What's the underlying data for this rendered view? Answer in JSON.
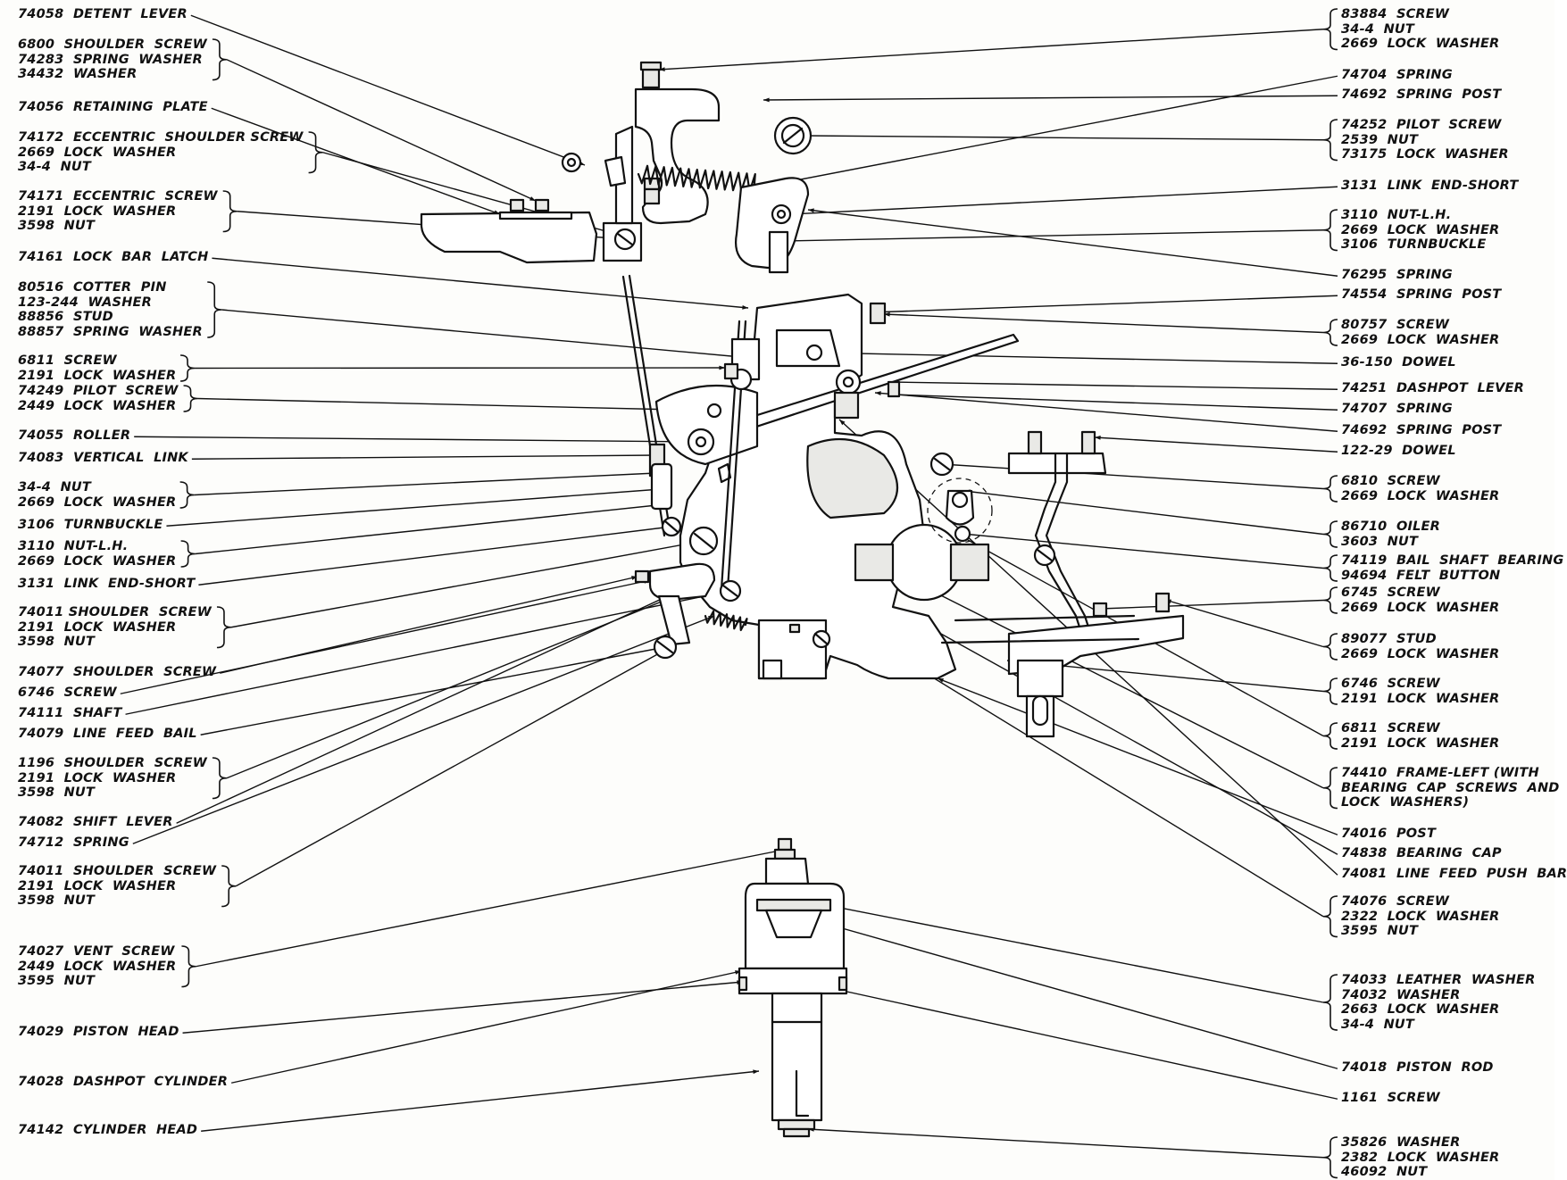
{
  "callouts_left": [
    {
      "id": "L1",
      "lines": [
        "74058  DETENT  LEVER"
      ]
    },
    {
      "id": "L2",
      "lines": [
        "6800  SHOULDER  SCREW",
        "74283  SPRING  WASHER",
        "34432  WASHER"
      ]
    },
    {
      "id": "L3",
      "lines": [
        "74056  RETAINING  PLATE"
      ]
    },
    {
      "id": "L4",
      "lines": [
        "74172  ECCENTRIC  SHOULDER SCREW",
        "2669  LOCK  WASHER",
        "34-4  NUT"
      ]
    },
    {
      "id": "L5",
      "lines": [
        "74171  ECCENTRIC  SCREW",
        "2191  LOCK  WASHER",
        "3598  NUT"
      ]
    },
    {
      "id": "L6",
      "lines": [
        "74161  LOCK  BAR  LATCH"
      ]
    },
    {
      "id": "L7",
      "lines": [
        "80516  COTTER  PIN",
        "123-244  WASHER",
        "88856  STUD",
        "88857  SPRING  WASHER"
      ]
    },
    {
      "id": "L8",
      "lines": [
        "6811  SCREW",
        "2191  LOCK  WASHER"
      ]
    },
    {
      "id": "L9",
      "lines": [
        "74249  PILOT  SCREW",
        "2449  LOCK  WASHER"
      ]
    },
    {
      "id": "L10",
      "lines": [
        "74055  ROLLER"
      ]
    },
    {
      "id": "L11",
      "lines": [
        "74083  VERTICAL  LINK"
      ]
    },
    {
      "id": "L12",
      "lines": [
        "34-4  NUT",
        "2669  LOCK  WASHER"
      ]
    },
    {
      "id": "L13",
      "lines": [
        "3106  TURNBUCKLE"
      ]
    },
    {
      "id": "L14",
      "lines": [
        "3110  NUT-L.H.",
        "2669  LOCK  WASHER"
      ]
    },
    {
      "id": "L15",
      "lines": [
        "3131  LINK  END-SHORT"
      ]
    },
    {
      "id": "L16",
      "lines": [
        "74011 SHOULDER  SCREW",
        "2191  LOCK  WASHER",
        "3598  NUT"
      ]
    },
    {
      "id": "L17",
      "lines": [
        "74077  SHOULDER  SCREW"
      ]
    },
    {
      "id": "L18",
      "lines": [
        "6746  SCREW"
      ]
    },
    {
      "id": "L19",
      "lines": [
        "74111  SHAFT"
      ]
    },
    {
      "id": "L20",
      "lines": [
        "74079  LINE  FEED  BAIL"
      ]
    },
    {
      "id": "L21",
      "lines": [
        "1196  SHOULDER  SCREW",
        "2191  LOCK  WASHER",
        "3598  NUT"
      ]
    },
    {
      "id": "L22",
      "lines": [
        "74082  SHIFT  LEVER"
      ]
    },
    {
      "id": "L23",
      "lines": [
        "74712  SPRING"
      ]
    },
    {
      "id": "L24",
      "lines": [
        "74011  SHOULDER  SCREW",
        "2191  LOCK  WASHER",
        "3598  NUT"
      ]
    },
    {
      "id": "L25",
      "lines": [
        "74027  VENT  SCREW",
        "2449  LOCK  WASHER",
        "3595  NUT"
      ]
    },
    {
      "id": "L26",
      "lines": [
        "74029  PISTON  HEAD"
      ]
    },
    {
      "id": "L27",
      "lines": [
        "74028  DASHPOT  CYLINDER"
      ]
    },
    {
      "id": "L28",
      "lines": [
        "74142  CYLINDER  HEAD"
      ]
    }
  ],
  "callouts_right": [
    {
      "id": "R1",
      "lines": [
        "83884  SCREW",
        "34-4  NUT",
        "2669  LOCK  WASHER"
      ]
    },
    {
      "id": "R2",
      "lines": [
        "74704  SPRING"
      ]
    },
    {
      "id": "R3",
      "lines": [
        "74692  SPRING  POST"
      ]
    },
    {
      "id": "R4",
      "lines": [
        "74252  PILOT  SCREW",
        "2539  NUT",
        "73175  LOCK  WASHER"
      ]
    },
    {
      "id": "R5",
      "lines": [
        "3131  LINK  END-SHORT"
      ]
    },
    {
      "id": "R6",
      "lines": [
        "3110  NUT-L.H.",
        "2669  LOCK  WASHER",
        "3106  TURNBUCKLE"
      ]
    },
    {
      "id": "R7",
      "lines": [
        "76295  SPRING"
      ]
    },
    {
      "id": "R8",
      "lines": [
        "74554  SPRING  POST"
      ]
    },
    {
      "id": "R9",
      "lines": [
        "80757  SCREW",
        "2669  LOCK  WASHER"
      ]
    },
    {
      "id": "R10",
      "lines": [
        "36-150  DOWEL"
      ]
    },
    {
      "id": "R11",
      "lines": [
        "74251  DASHPOT  LEVER"
      ]
    },
    {
      "id": "R12",
      "lines": [
        "74707  SPRING"
      ]
    },
    {
      "id": "R13",
      "lines": [
        "74692  SPRING  POST"
      ]
    },
    {
      "id": "R14",
      "lines": [
        "122-29  DOWEL"
      ]
    },
    {
      "id": "R15",
      "lines": [
        "6810  SCREW",
        "2669  LOCK  WASHER"
      ]
    },
    {
      "id": "R16",
      "lines": [
        "86710  OILER",
        "3603  NUT"
      ]
    },
    {
      "id": "R17",
      "lines": [
        "74119  BAIL  SHAFT  BEARING",
        "94694  FELT  BUTTON"
      ]
    },
    {
      "id": "R18",
      "lines": [
        "6745  SCREW",
        "2669  LOCK  WASHER"
      ]
    },
    {
      "id": "R19",
      "lines": [
        "89077  STUD",
        "2669  LOCK  WASHER"
      ]
    },
    {
      "id": "R20",
      "lines": [
        "6746  SCREW",
        "2191  LOCK  WASHER"
      ]
    },
    {
      "id": "R21",
      "lines": [
        "6811  SCREW",
        "2191  LOCK  WASHER"
      ]
    },
    {
      "id": "R22",
      "lines": [
        "74410  FRAME-LEFT (WITH",
        "BEARING  CAP  SCREWS  AND",
        "LOCK  WASHERS)"
      ]
    },
    {
      "id": "R23",
      "lines": [
        "74016  POST"
      ]
    },
    {
      "id": "R24",
      "lines": [
        "74838  BEARING  CAP"
      ]
    },
    {
      "id": "R25",
      "lines": [
        "74081  LINE  FEED  PUSH  BAR"
      ]
    },
    {
      "id": "R26",
      "lines": [
        "74076  SCREW",
        "2322  LOCK  WASHER",
        "3595  NUT"
      ]
    },
    {
      "id": "R27",
      "lines": [
        "74033  LEATHER  WASHER",
        "74032  WASHER",
        "2663  LOCK  WASHER",
        "34-4  NUT"
      ]
    },
    {
      "id": "R28",
      "lines": [
        "74018  PISTON  ROD"
      ]
    },
    {
      "id": "R29",
      "lines": [
        "1161  SCREW"
      ]
    },
    {
      "id": "R30",
      "lines": [
        "35826  WASHER",
        "2382  LOCK  WASHER",
        "46092  NUT"
      ]
    }
  ]
}
